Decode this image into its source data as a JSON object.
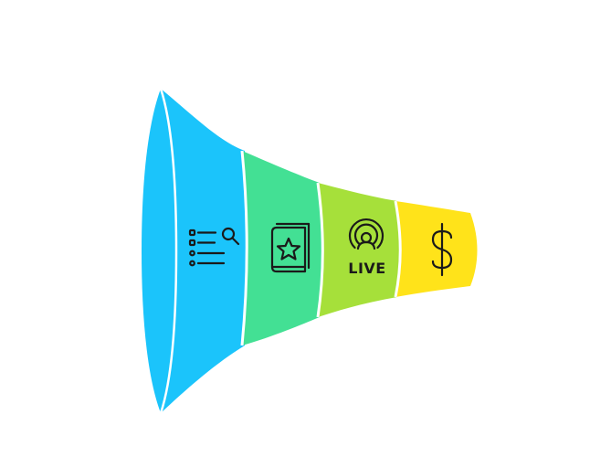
{
  "stages": [
    {
      "name": "search",
      "icon": "search-list-icon",
      "color": "#1bc4fb"
    },
    {
      "name": "favorite",
      "icon": "star-book-icon",
      "color": "#43e094"
    },
    {
      "name": "live",
      "icon": "live-broadcast-icon",
      "color": "#a6e03a",
      "label": "LIVE"
    },
    {
      "name": "purchase",
      "icon": "dollar-icon",
      "color": "#ffe31a"
    }
  ],
  "rim_color": "#1bc4fb",
  "separator_color": "#ffffff"
}
